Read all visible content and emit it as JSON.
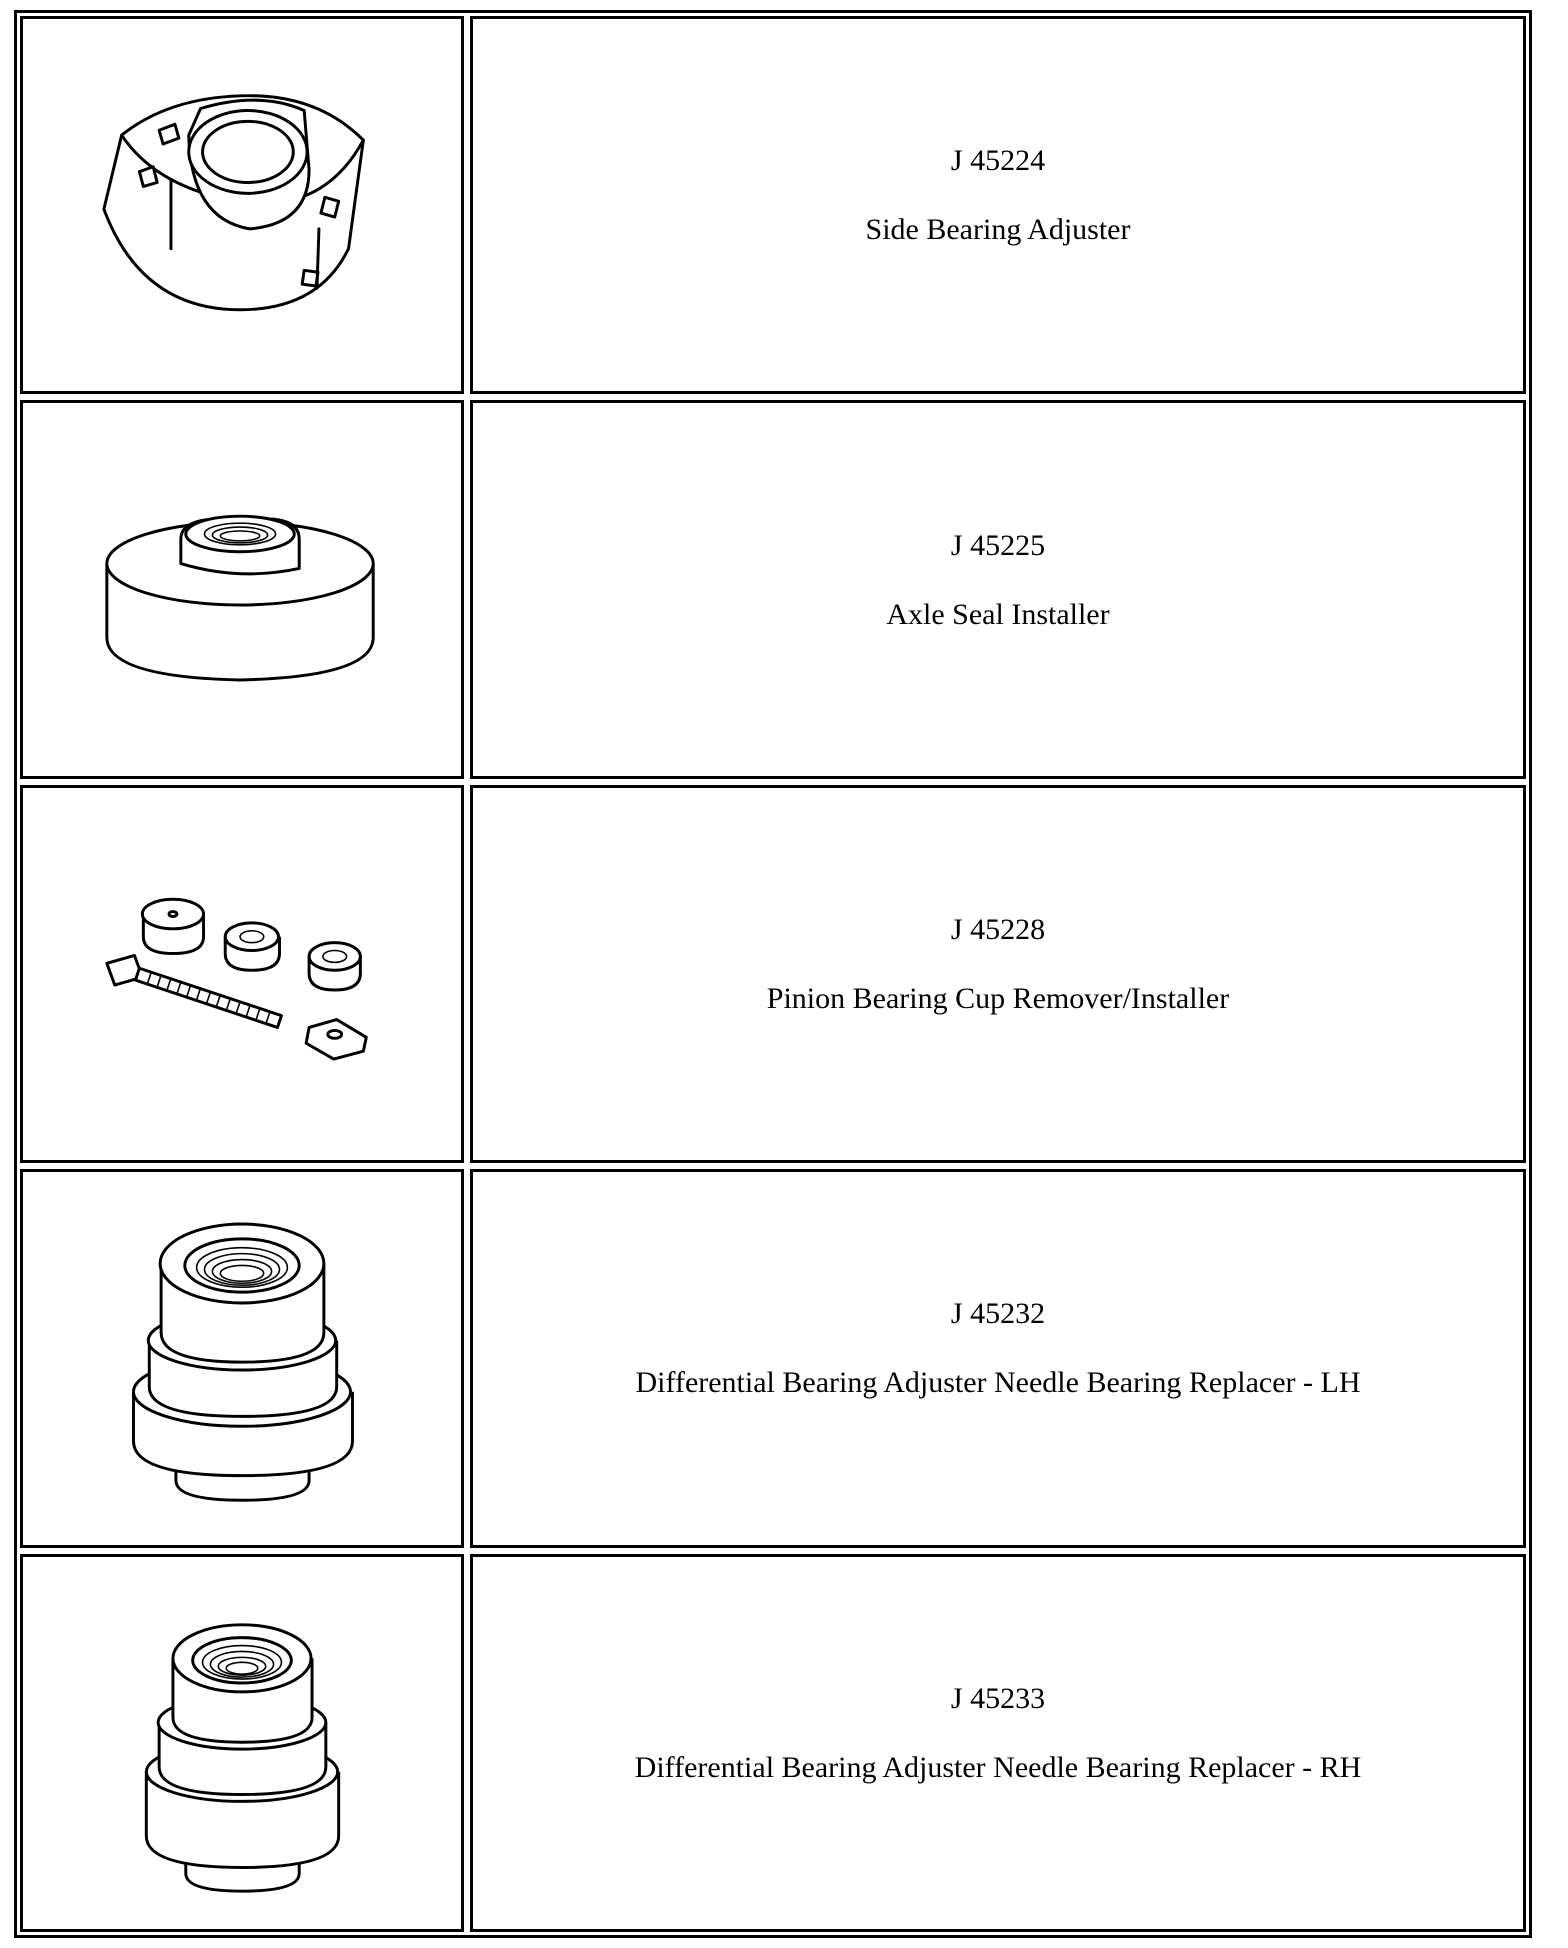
{
  "rows": [
    {
      "number": "J 45224",
      "description": "Side Bearing Adjuster",
      "icon": "side-bearing-adjuster-icon"
    },
    {
      "number": "J 45225",
      "description": "Axle Seal Installer",
      "icon": "axle-seal-installer-icon"
    },
    {
      "number": "J 45228",
      "description": "Pinion Bearing Cup Remover/Installer",
      "icon": "pinion-bearing-cup-tool-icon"
    },
    {
      "number": "J 45232",
      "description": "Differential Bearing Adjuster Needle Bearing Replacer - LH",
      "icon": "needle-bearing-replacer-lh-icon"
    },
    {
      "number": "J 45233",
      "description": "Differential Bearing Adjuster Needle Bearing Replacer - RH",
      "icon": "needle-bearing-replacer-rh-icon"
    }
  ]
}
